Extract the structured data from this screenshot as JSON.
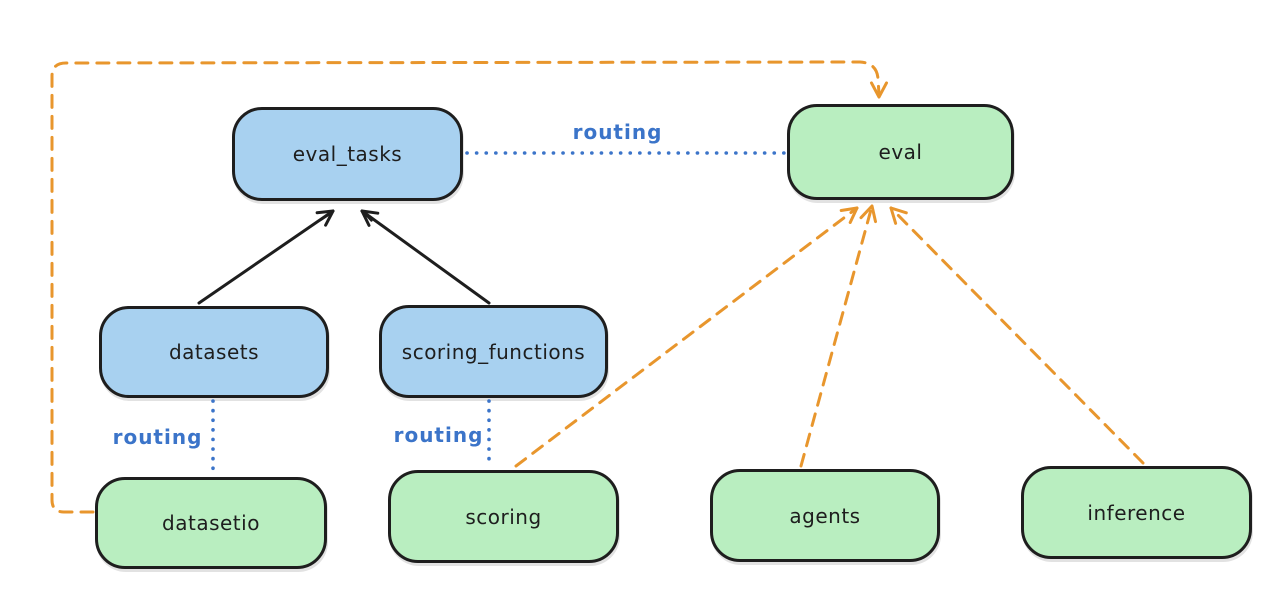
{
  "diagram": {
    "kind": "architecture-graph",
    "labels": {
      "routing": "routing"
    },
    "nodes": {
      "eval_tasks": {
        "label": "eval_tasks",
        "color": "blue"
      },
      "eval": {
        "label": "eval",
        "color": "green"
      },
      "datasets": {
        "label": "datasets",
        "color": "blue"
      },
      "scoring_functions": {
        "label": "scoring_functions",
        "color": "blue"
      },
      "datasetio": {
        "label": "datasetio",
        "color": "green"
      },
      "scoring": {
        "label": "scoring",
        "color": "green"
      },
      "agents": {
        "label": "agents",
        "color": "green"
      },
      "inference": {
        "label": "inference",
        "color": "green"
      }
    },
    "edges": [
      {
        "from": "datasets",
        "to": "eval_tasks",
        "style": "solid",
        "arrow": true,
        "color": "black"
      },
      {
        "from": "scoring_functions",
        "to": "eval_tasks",
        "style": "solid",
        "arrow": true,
        "color": "black"
      },
      {
        "from": "eval_tasks",
        "to": "eval",
        "style": "dotted",
        "arrow": false,
        "color": "blue",
        "label": "routing"
      },
      {
        "from": "datasets",
        "to": "datasetio",
        "style": "dotted",
        "arrow": false,
        "color": "blue",
        "label": "routing"
      },
      {
        "from": "scoring_functions",
        "to": "scoring",
        "style": "dotted",
        "arrow": false,
        "color": "blue",
        "label": "routing"
      },
      {
        "from": "datasetio",
        "to": "eval",
        "style": "dashed",
        "arrow": true,
        "color": "orange"
      },
      {
        "from": "scoring",
        "to": "eval",
        "style": "dashed",
        "arrow": true,
        "color": "orange"
      },
      {
        "from": "agents",
        "to": "eval",
        "style": "dashed",
        "arrow": true,
        "color": "orange"
      },
      {
        "from": "inference",
        "to": "eval",
        "style": "dashed",
        "arrow": true,
        "color": "orange"
      }
    ],
    "colors": {
      "blue_fill": "#a8d1f0",
      "green_fill": "#b9eec0",
      "stroke_black": "#1e1e1e",
      "routing_blue": "#3b74c9",
      "orange": "#e8962d",
      "background": "#ffffff"
    }
  }
}
